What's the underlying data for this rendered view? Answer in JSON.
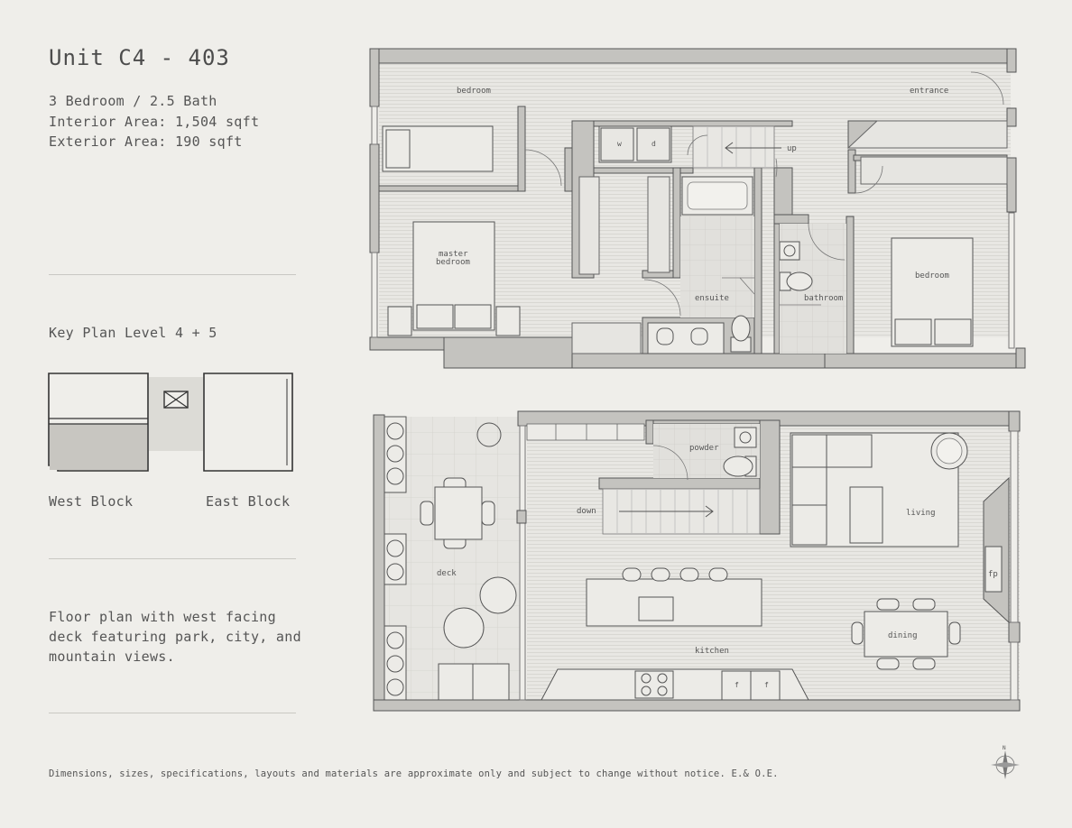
{
  "unit": {
    "title": "Unit C4 - 403",
    "bed_bath": "3 Bedroom / 2.5 Bath",
    "interior_area": "Interior Area: 1,504 sqft",
    "exterior_area": "Exterior Area: 190 sqft"
  },
  "key_plan": {
    "title": "Key Plan Level 4 + 5",
    "west_label": "West Block",
    "east_label": "East Block"
  },
  "description": "Floor plan with west facing deck featuring park, city, and mountain views.",
  "disclaimer": "Dimensions, sizes, specifications, layouts and materials are approximate only and subject to change without notice. E.& O.E.",
  "upper_floor": {
    "rooms": {
      "bedroom_1": "bedroom",
      "entrance": "entrance",
      "up": "up",
      "master_line1": "master",
      "master_line2": "bedroom",
      "ensuite": "ensuite",
      "bathroom": "bathroom",
      "bedroom_2": "bedroom",
      "washer": "w",
      "dryer": "d"
    }
  },
  "lower_floor": {
    "rooms": {
      "powder": "powder",
      "down": "down",
      "living": "living",
      "deck": "deck",
      "fp": "fp",
      "dining": "dining",
      "kitchen": "kitchen",
      "fridge_1": "f",
      "fridge_2": "f"
    }
  },
  "compass": {
    "north": "N"
  },
  "colors": {
    "background": "#efeeea",
    "wall": "#c4c3bf",
    "wall_stroke": "#555555",
    "floor": "#e7e6e2",
    "tile": "#d9d8d3",
    "key_plan_highlight": "#c8c6c1"
  }
}
